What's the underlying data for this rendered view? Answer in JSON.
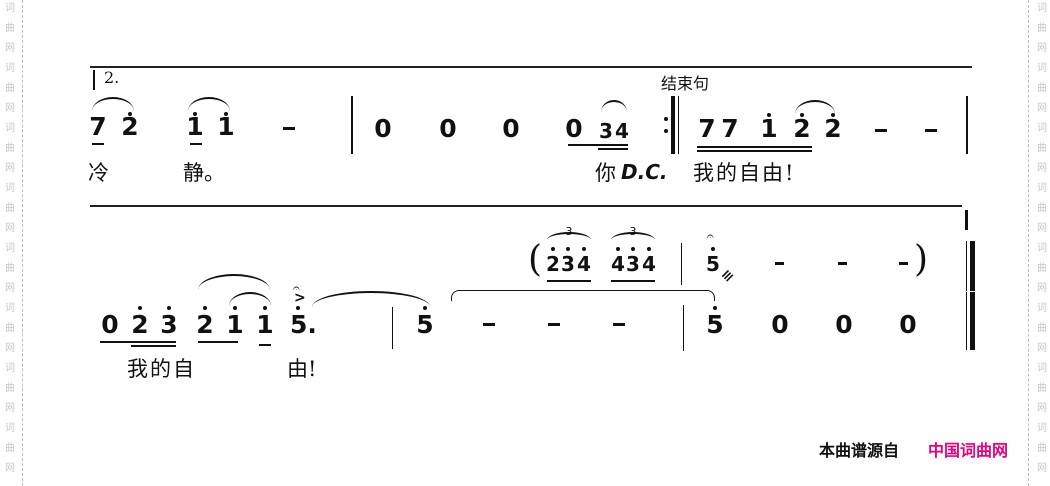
{
  "watermark": {
    "chars": [
      "词",
      "曲",
      "网"
    ],
    "color": "#c8c8c8",
    "groups": 8
  },
  "system1": {
    "volta_label": "2.",
    "section_label": "结束句",
    "measures": [
      {
        "notes": [
          "7",
          "2",
          "1",
          "1",
          "-"
        ]
      },
      {
        "notes": [
          "0",
          "0",
          "0",
          "0",
          "3",
          "4"
        ]
      },
      {
        "notes": [
          "7",
          "7",
          "1",
          "2",
          "2",
          "-",
          "-"
        ]
      }
    ],
    "lyrics": {
      "a": "冷",
      "b": "静。",
      "c": "你",
      "dc": "D.C.",
      "d": "我的自由!"
    }
  },
  "system2": {
    "upper_line": {
      "open_paren": "(",
      "triplet1": {
        "label": "3",
        "notes": [
          "2",
          "3",
          "4"
        ]
      },
      "triplet2": {
        "label": "3",
        "notes": [
          "4",
          "3",
          "4"
        ]
      },
      "held": [
        "5",
        "-",
        "-",
        "-"
      ],
      "close_paren": ")",
      "tremolo": "≡"
    },
    "lower_line": {
      "measure1": [
        "0",
        "2",
        "3",
        "2",
        "1",
        "1",
        "5."
      ],
      "measure2": [
        "5",
        "-",
        "-",
        "-"
      ],
      "measure3": [
        "5",
        "0",
        "0",
        "0"
      ]
    },
    "fermata": "𝄐",
    "accent": ">",
    "lyrics": {
      "a": "我的自",
      "b": "由!"
    }
  },
  "credit": {
    "prefix": "本曲谱源自",
    "site": "中国词曲网",
    "site_color": "#e8007f"
  }
}
